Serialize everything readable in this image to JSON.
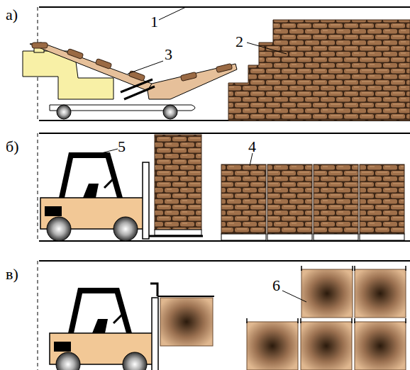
{
  "diagram": {
    "labels": [
      "а)",
      "1",
      "2",
      "3",
      "б)",
      "4",
      "5",
      "в)",
      "6"
    ]
  }
}
